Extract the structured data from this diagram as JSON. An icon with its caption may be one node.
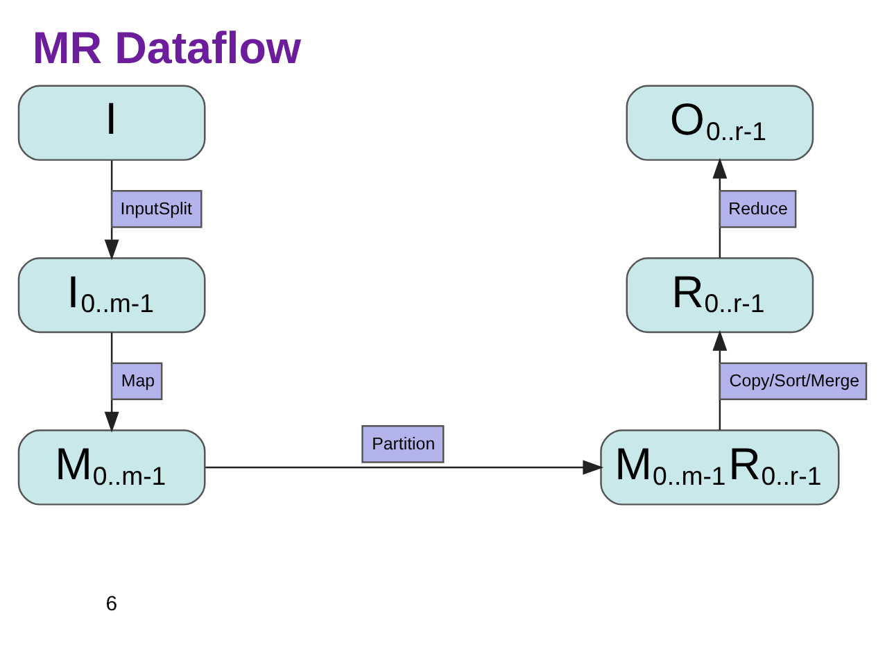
{
  "diagram": {
    "title": "MR Dataflow",
    "nodes": [
      {
        "text": [
          "I"
        ]
      },
      {
        "text": [
          "I$_{0..m-1}$"
        ]
      },
      {
        "text": [
          "M$_{0..m-1}$"
        ]
      },
      {
        "text": [
          "M$_{0..m-1}$R$_{0..r-1}$"
        ]
      },
      {
        "text": [
          "R$_{0..r-1}$"
        ]
      },
      {
        "text": [
          "O$_{0..r-1}$"
        ]
      }
    ],
    "edges": [
      {
        "from": 0,
        "to": 1,
        "arrow": "to",
        "label": "InputSplit"
      },
      {
        "from": 1,
        "to": 2,
        "arrow": "to",
        "label": "Map"
      },
      {
        "from": 2,
        "to": 3,
        "arrow": "to",
        "label": "Partition"
      },
      {
        "from": 3,
        "to": 4,
        "arrow": "to",
        "label": "Copy/Sort/Merge"
      },
      {
        "from": 4,
        "to": 5,
        "arrow": "to",
        "label": "Reduce"
      }
    ],
    "labels": [
      "6"
    ]
  }
}
